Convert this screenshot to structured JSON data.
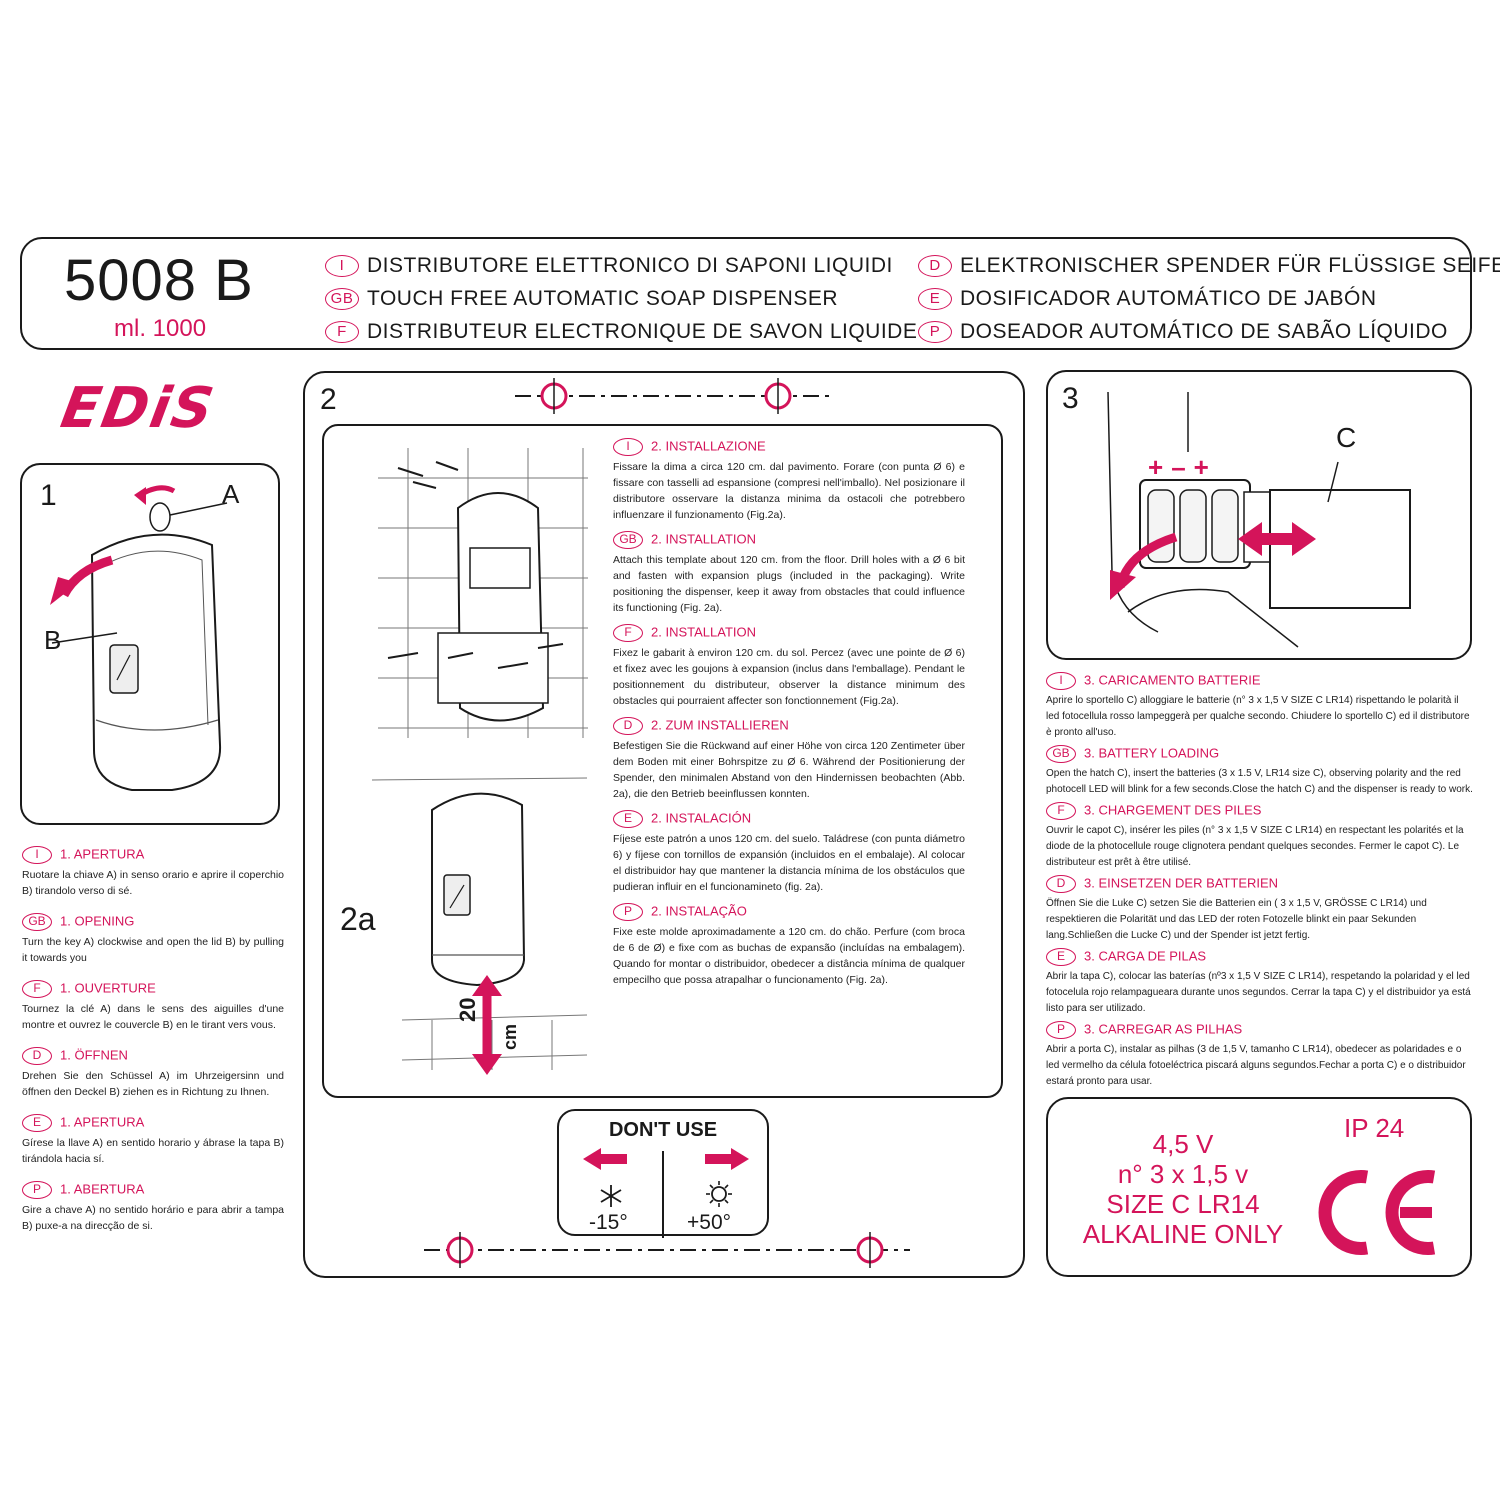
{
  "header": {
    "model": "5008 B",
    "volume": "ml. 1000",
    "titles_left": [
      {
        "code": "I",
        "text": "DISTRIBUTORE ELETTRONICO DI SAPONI LIQUIDI"
      },
      {
        "code": "GB",
        "text": "TOUCH FREE AUTOMATIC SOAP DISPENSER"
      },
      {
        "code": "F",
        "text": "DISTRIBUTEUR ELECTRONIQUE DE SAVON LIQUIDE"
      }
    ],
    "titles_right": [
      {
        "code": "D",
        "text": "ELEKTRONISCHER SPENDER FÜR FLÜSSIGE SEIFE"
      },
      {
        "code": "E",
        "text": "DOSIFICADOR AUTOMÁTICO DE JABÓN"
      },
      {
        "code": "P",
        "text": "DOSEADOR AUTOMÁTICO DE SABÃO LÍQUIDO"
      }
    ]
  },
  "logo": "EDiS",
  "panel1": {
    "number": "1",
    "label_a": "A",
    "label_b": "B",
    "sections": [
      {
        "code": "I",
        "title": "1. APERTURA",
        "body": "Ruotare la chiave A) in senso orario e aprire il coperchio B) tirandolo verso di sé."
      },
      {
        "code": "GB",
        "title": "1. OPENING",
        "body": "Turn the key A) clockwise and open the lid B) by pulling it towards you"
      },
      {
        "code": "F",
        "title": "1. OUVERTURE",
        "body": "Tournez la clé A) dans le sens des aiguilles d'une montre et ouvrez le couvercle B) en le tirant vers vous."
      },
      {
        "code": "D",
        "title": "1. ÖFFNEN",
        "body": "Drehen Sie den Schüssel A) im Uhrzeigersinn und öffnen den Deckel B) ziehen es in Richtung zu Ihnen."
      },
      {
        "code": "E",
        "title": "1. APERTURA",
        "body": "Gírese la llave A) en sentido horario y ábrase la tapa B) tirándola hacia sí."
      },
      {
        "code": "P",
        "title": "1. ABERTURA",
        "body": "Gire a chave A) no sentido horário e para abrir a tampa B) puxe-a na direcção de si."
      }
    ]
  },
  "panel2": {
    "number": "2",
    "fig_label": "2a",
    "distance_value": "20",
    "distance_unit": "cm",
    "sections": [
      {
        "code": "I",
        "title": "2. INSTALLAZIONE",
        "body": "Fissare la dima a circa 120 cm. dal pavimento. Forare (con punta Ø 6) e fissare con tasselli ad espansione (compresi nell'imballo). Nel posizionare il distributore osservare la distanza minima da ostacoli che potrebbero influenzare il funzionamento (Fig.2a)."
      },
      {
        "code": "GB",
        "title": "2. INSTALLATION",
        "body": "Attach this template about 120 cm. from the floor. Drill holes with a Ø 6 bit and fasten with expansion plugs (included in the packaging). Write positioning the dispenser, keep it away from obstacles that could influence its functioning (Fig. 2a)."
      },
      {
        "code": "F",
        "title": "2. INSTALLATION",
        "body": "Fixez le gabarit à environ 120 cm. du sol. Percez (avec une pointe de Ø 6) et fixez avec les goujons à expansion (inclus dans l'emballage). Pendant le positionnement du distributeur, observer la distance minimum des obstacles qui pourraient affecter son fonctionnement (Fig.2a)."
      },
      {
        "code": "D",
        "title": "2. ZUM INSTALLIEREN",
        "body": "Befestigen Sie die Rückwand auf einer Höhe von circa 120 Zentimeter über dem Boden mit einer Bohrspitze zu Ø 6. Während der Positionierung der Spender, den minimalen Abstand von den Hindernissen beobachten (Abb. 2a), die den Betrieb beeinflussen konnten."
      },
      {
        "code": "E",
        "title": "2. INSTALACIÓN",
        "body": "Fíjese este patrón a unos 120 cm. del suelo. Taládrese (con punta diámetro 6) y fíjese con tornillos de expansión (incluidos en el embalaje). Al colocar el distribuidor hay que mantener la distancia mínima de los obstáculos que pudieran influir en el funcionamineto (fig. 2a)."
      },
      {
        "code": "P",
        "title": "2. INSTALAÇÃO",
        "body": "Fixe este molde aproximadamente a 120 cm. do chão. Perfure (com broca de 6 de Ø) e fixe com as buchas de expansão (incluídas na embalagem). Quando for montar o distribuidor, obedecer a distância mínima de qualquer empecilho que possa atrapalhar o funcionamento (Fig. 2a)."
      }
    ]
  },
  "dont_use": {
    "title": "DON'T USE",
    "low": "-15°",
    "high": "+50°"
  },
  "panel3": {
    "number": "3",
    "label_c": "C",
    "polarity": [
      "+",
      "–",
      "+"
    ],
    "sections": [
      {
        "code": "I",
        "title": "3. CARICAMENTO BATTERIE",
        "body": "Aprire lo sportello C) alloggiare le batterie (n° 3 x 1,5 V SIZE C LR14) rispettando le polarità il led fotocellula rosso lampeggerà per qualche secondo. Chiudere lo sportello C) ed il distributore è pronto all'uso."
      },
      {
        "code": "GB",
        "title": "3. BATTERY LOADING",
        "body": "Open the hatch C), insert the batteries (3 x 1.5 V, LR14 size C), observing polarity and the red photocell LED will blink for a few seconds.Close the hatch C) and the dispenser is ready to work."
      },
      {
        "code": "F",
        "title": "3. CHARGEMENT DES PILES",
        "body": "Ouvrir le capot C), insérer les piles (n° 3 x 1,5 V SIZE C LR14) en respectant les polarités et la diode de la photocellule rouge clignotera pendant quelques secondes. Fermer le capot C). Le distributeur est prêt à être utilisé."
      },
      {
        "code": "D",
        "title": "3. EINSETZEN DER BATTERIEN",
        "body": "Öffnen Sie die Luke C) setzen Sie die Batterien ein ( 3 x 1,5 V, GRÖSSE C LR14) und respektieren die Polarität und das LED der roten Fotozelle blinkt ein paar Sekunden lang.Schließen die Lucke C) und der Spender ist jetzt fertig."
      },
      {
        "code": "E",
        "title": "3. CARGA DE PILAS",
        "body": "Abrir la tapa C), colocar las baterías (nº3 x 1,5 V SIZE C LR14), respetando la polaridad y el led fotocelula rojo relampagueara durante unos segundos. Cerrar la tapa C) y el distribuidor ya está listo para ser utilizado."
      },
      {
        "code": "P",
        "title": "3. CARREGAR AS PILHAS",
        "body": "Abrir a porta C), instalar as pilhas (3 de 1,5 V, tamanho C LR14), obedecer as polaridades e o led vermelho da célula fotoeléctrica piscará alguns segundos.Fechar a porta C) e o distribuidor estará pronto para usar."
      }
    ]
  },
  "spec": {
    "lines": [
      "4,5 V",
      "n° 3 x 1,5 v",
      "SIZE C LR14",
      "ALKALINE ONLY"
    ],
    "ip": "IP 24",
    "mark": "CE"
  },
  "colors": {
    "accent": "#d4145a",
    "ink": "#1a1a1a"
  }
}
